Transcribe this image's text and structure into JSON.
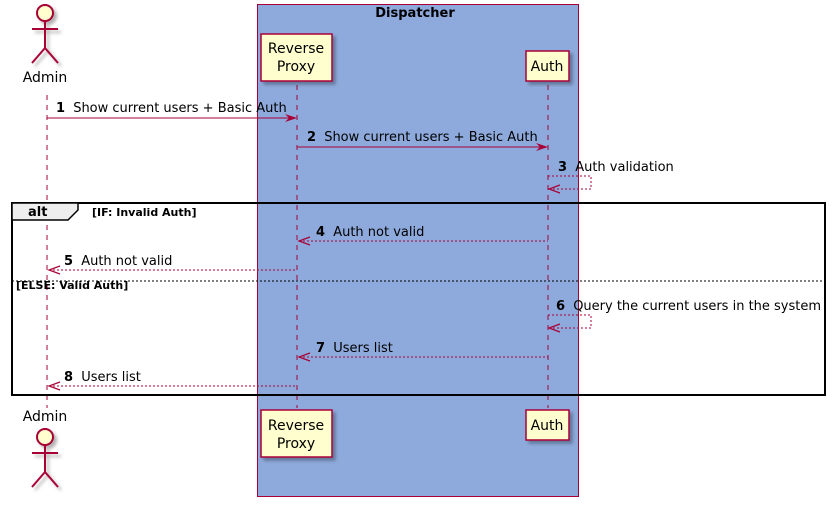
{
  "box": {
    "title": "Dispatcher",
    "fill": "#8EAADC",
    "stroke": "#A80036"
  },
  "participants": [
    {
      "name": "Admin",
      "kind": "actor"
    },
    {
      "name": "Reverse\nProxy",
      "line1": "Reverse",
      "line2": "Proxy",
      "kind": "participant"
    },
    {
      "name": "Auth",
      "kind": "participant"
    }
  ],
  "messages": [
    {
      "num": "1",
      "text": "Show current users +  Basic Auth",
      "from": "Admin",
      "to": "Reverse Proxy",
      "style": "solid"
    },
    {
      "num": "2",
      "text": "Show current users +  Basic Auth",
      "from": "Reverse Proxy",
      "to": "Auth",
      "style": "solid"
    },
    {
      "num": "3",
      "text": "Auth validation",
      "from": "Auth",
      "to": "Auth",
      "style": "dashed"
    },
    {
      "num": "4",
      "text": "Auth not valid",
      "from": "Auth",
      "to": "Reverse Proxy",
      "style": "dashed"
    },
    {
      "num": "5",
      "text": "Auth not valid",
      "from": "Reverse Proxy",
      "to": "Admin",
      "style": "dashed"
    },
    {
      "num": "6",
      "text": "Query the current users in the system",
      "from": "Auth",
      "to": "Auth",
      "style": "dashed"
    },
    {
      "num": "7",
      "text": "Users list",
      "from": "Auth",
      "to": "Reverse Proxy",
      "style": "dashed"
    },
    {
      "num": "8",
      "text": "Users list",
      "from": "Reverse Proxy",
      "to": "Admin",
      "style": "dashed"
    }
  ],
  "fragment": {
    "keyword": "alt",
    "guard_if": "[IF: Invalid Auth]",
    "guard_else": "[ELSE: Valid Auth]"
  },
  "colors": {
    "arrow": "#A80036",
    "participant_fill": "#FEFECE",
    "participant_stroke": "#A80036",
    "lifeline": "#A80036"
  }
}
